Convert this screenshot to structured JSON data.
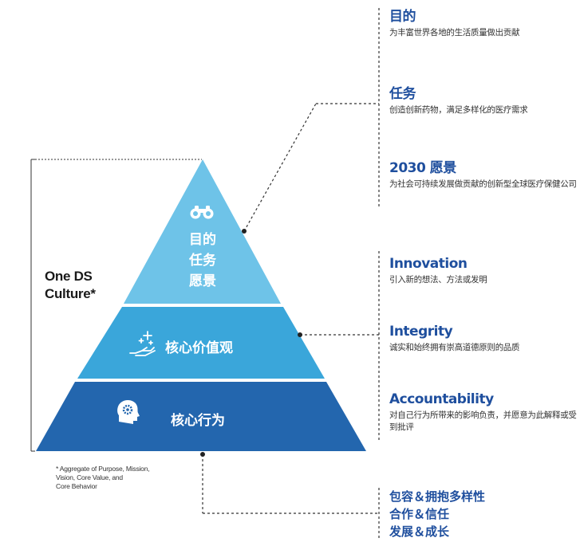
{
  "pyramid": {
    "top_lines": [
      "目的",
      "任务",
      "愿景"
    ],
    "middle_label": "核心价值观",
    "bottom_label": "核心行为",
    "colors": {
      "top": "#6ec3e8",
      "middle": "#3aa6da",
      "bottom": "#2366ae"
    },
    "icons": {
      "top": "binoculars-icon",
      "middle": "sparkle-hand-icon",
      "bottom": "head-gear-icon"
    }
  },
  "side_label": {
    "line1": "One DS",
    "line2": "Culture*"
  },
  "footnote": {
    "line1": "* Aggregate of Purpose, Mission,",
    "line2": "Vision, Core Value, and",
    "line3": "Core Behavior"
  },
  "right": {
    "purpose": {
      "title": "目的",
      "desc": "为丰富世界各地的生活质量做出贡献"
    },
    "mission": {
      "title": "任务",
      "desc": "创造创新药物，满足多样化的医疗需求"
    },
    "vision": {
      "title": "2030 愿景",
      "desc": "为社会可持续发展做贡献的创新型全球医疗保健公司"
    },
    "innovation": {
      "title": "Innovation",
      "desc": "引入新的想法、方法或发明"
    },
    "integrity": {
      "title": "Integrity",
      "desc": "诚实和始终拥有崇高道德原则的品质"
    },
    "accountability": {
      "title": "Accountability",
      "desc": "对自己行为所带来的影响负责，并愿意为此解释或受到批评"
    },
    "behaviors": [
      "包容＆拥抱多样性",
      "合作＆信任",
      "发展＆成长"
    ]
  }
}
